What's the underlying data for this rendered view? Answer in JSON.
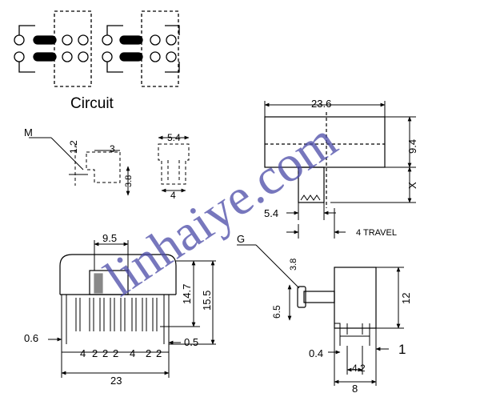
{
  "circuit": {
    "label": "Circuit"
  },
  "front_view": {
    "dims": {
      "width": "23.6",
      "height": "9.4",
      "x": "X",
      "actuator": "5.4",
      "travel": "4 TRAVEL"
    }
  },
  "side_detail": {
    "callout": "M",
    "dims": {
      "d1": "1.2",
      "d2": "3",
      "d3": "3.8"
    }
  },
  "pin_detail": {
    "dims": {
      "top": "5.4",
      "bottom": "4"
    }
  },
  "bottom_view": {
    "dims": {
      "top": "9.5",
      "h1": "14.7",
      "h2": "15.5",
      "pin_w": "0.6",
      "pin_t": "0.5",
      "pitch": [
        "4",
        "2",
        "2",
        "2",
        "4",
        "2",
        "2"
      ],
      "total": "23"
    }
  },
  "side_view": {
    "callout": "G",
    "dims": {
      "knob": "3.8",
      "h": "6.5",
      "total_h": "12",
      "pin": "0.4",
      "spacing": "4.2",
      "width": "8",
      "offset": "1"
    }
  },
  "watermark": "linhaiye.com"
}
